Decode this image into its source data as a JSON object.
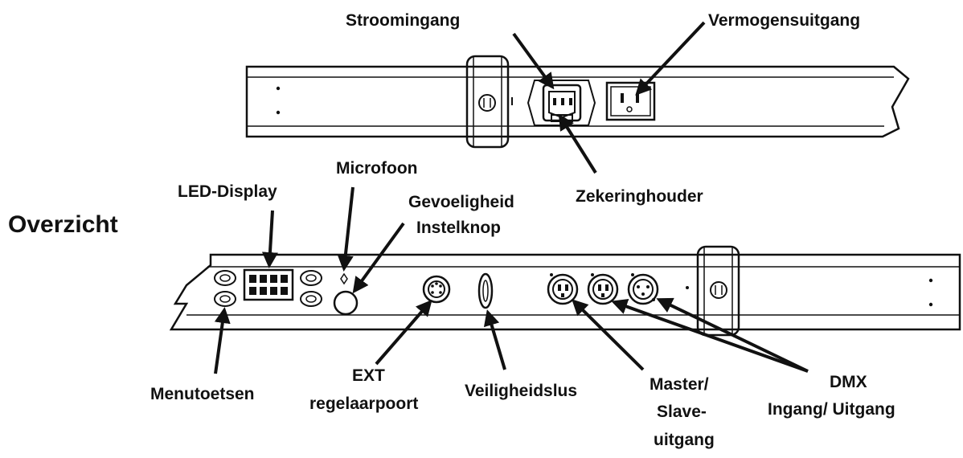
{
  "title": "Overzicht",
  "labels": {
    "power_in": "Stroomingang",
    "power_out": "Vermogensuitgang",
    "fuse_holder": "Zekeringhouder",
    "microphone": "Microfoon",
    "led_display": "LED-Display",
    "sensitivity_1": "Gevoeligheid",
    "sensitivity_2": "Instelknop",
    "menu_buttons": "Menutoetsen",
    "ext_1": "EXT",
    "ext_2": "regelaarpoort",
    "safety_loop": "Veiligheidslus",
    "master_1": "Master/",
    "master_2": "Slave-",
    "master_3": "uitgang",
    "dmx_1": "DMX",
    "dmx_2": "Ingang/ Uitgang"
  },
  "colors": {
    "ink": "#111111",
    "panel": "#ffffff"
  }
}
